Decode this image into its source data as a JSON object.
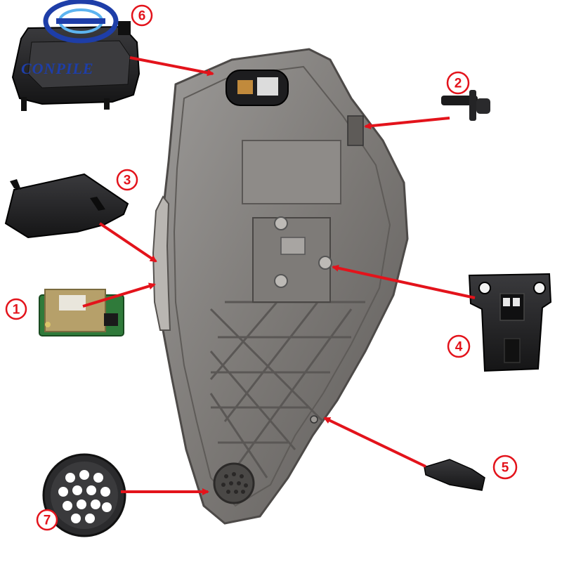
{
  "logo": {
    "text": "CONPILE",
    "colors": {
      "ring": "#1e3ea8",
      "accent": "#5db4f0",
      "text": "#1e3ea8"
    }
  },
  "callouts": [
    {
      "number": "1",
      "part": "circuit-board"
    },
    {
      "number": "2",
      "part": "pin-clip"
    },
    {
      "number": "3",
      "part": "side-cover"
    },
    {
      "number": "4",
      "part": "mounting-bracket"
    },
    {
      "number": "5",
      "part": "small-clip"
    },
    {
      "number": "6",
      "part": "rear-cover"
    },
    {
      "number": "7",
      "part": "vent-grille"
    }
  ],
  "colors": {
    "arrow": "#e3131b",
    "housing": "#8a8784",
    "housing_dark": "#4d4a48",
    "part": "#2a2a2c",
    "board": "#2f7a3a"
  }
}
